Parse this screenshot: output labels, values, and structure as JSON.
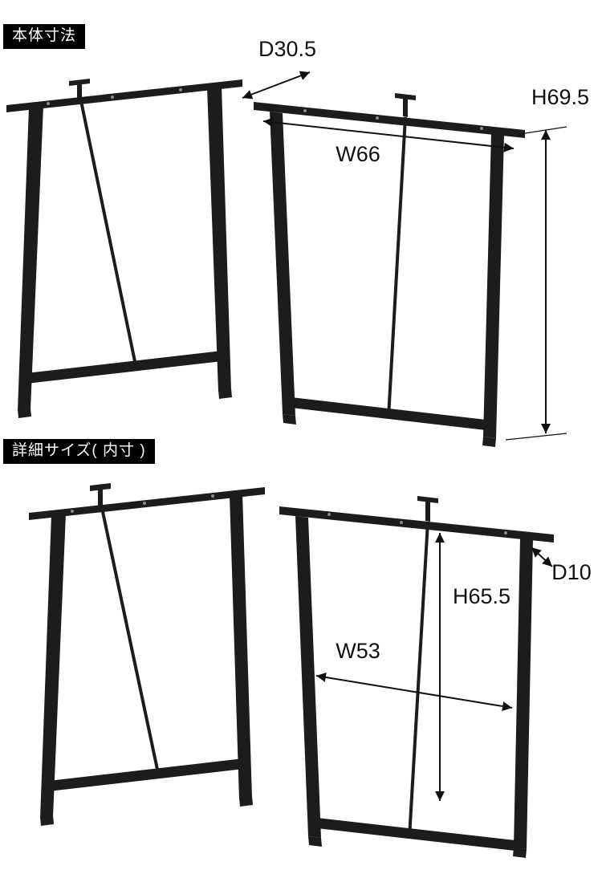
{
  "colors": {
    "background": "#ffffff",
    "frame": "#1c1c1e",
    "dimension_lines": "#111111",
    "label_background": "#000000",
    "label_text": "#ffffff"
  },
  "sections": [
    {
      "label": "本体寸法",
      "dimensions": {
        "depth": "D30.5",
        "width": "W66",
        "height": "H69.5"
      }
    },
    {
      "label": "詳細サイズ( 内寸 )",
      "dimensions": {
        "depth": "D10",
        "width": "W53",
        "height": "H65.5"
      }
    }
  ]
}
